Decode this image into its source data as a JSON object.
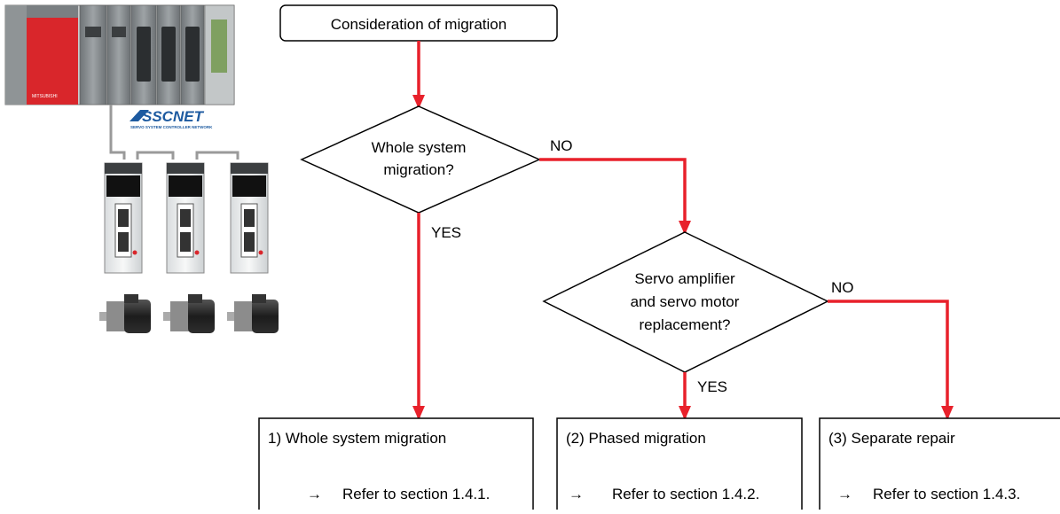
{
  "flowchart": {
    "start": "Consideration of migration",
    "decision1": [
      "Whole system",
      "migration?"
    ],
    "decision1_no": "NO",
    "decision1_yes": "YES",
    "decision2": [
      "Servo amplifier",
      "and servo motor",
      "replacement?"
    ],
    "decision2_no": "NO",
    "decision2_yes": "YES",
    "outcomes": [
      {
        "title": "1) Whole system migration",
        "ref": "Refer to section 1.4.1."
      },
      {
        "title": "(2) Phased migration",
        "ref": "Refer to section 1.4.2."
      },
      {
        "title": "(3) Separate repair",
        "ref": "Refer to section 1.4.3."
      }
    ],
    "arrow_glyph": "→"
  },
  "hardware_illustration": {
    "plc_brand": "MITSUBISHI",
    "network_logo": "SSCNET",
    "network_subtitle": "SERVO SYSTEM CONTROLLER NETWORK",
    "amplifier_count": 3,
    "motor_count": 3
  },
  "colors": {
    "flow_arrow": "#e8212b",
    "plc_cpu": "#d9262b",
    "network_logo": "#1d5aa0",
    "outline": "#000000"
  }
}
